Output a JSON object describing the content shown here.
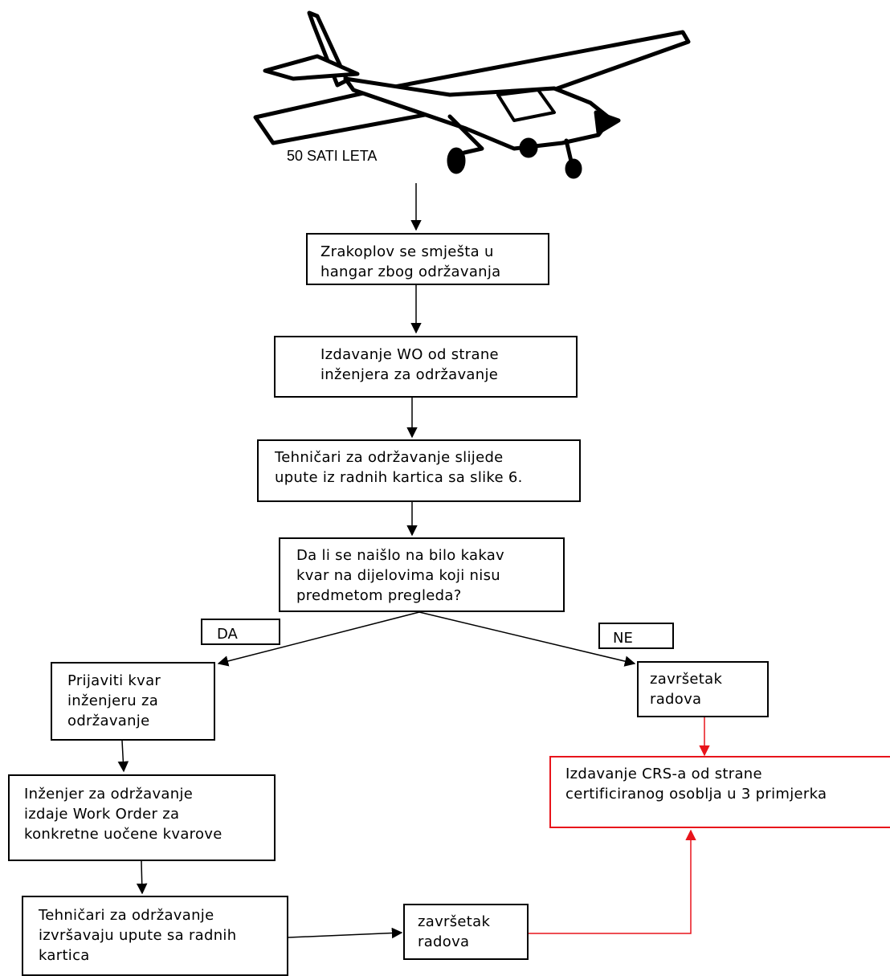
{
  "airplane": {
    "caption": "50 SATI LETA",
    "icon": "airplane-icon"
  },
  "nodes": {
    "hangar": [
      "Zrakoplov se smješta u",
      "hangar zbog održavanja"
    ],
    "wo_issue": [
      "Izdavanje WO od strane",
      "inženjera za održavanje"
    ],
    "technicians": [
      "Tehničari za održavanje slijede",
      "upute iz radnih kartica sa slike 6."
    ],
    "question": [
      "Da li se naišlo na bilo kakav",
      "kvar na dijelovima koji nisu",
      "predmetom pregleda?"
    ],
    "report_fault": [
      "Prijaviti kvar",
      "inženjeru za",
      "održavanje"
    ],
    "engineer_wo": [
      "Inženjer za održavanje",
      "izdaje Work Order za",
      "konkretne uočene kvarove"
    ],
    "technicians_execute": [
      "Tehničari za održavanje",
      "izvršavaju upute sa radnih",
      "kartica"
    ],
    "end_bottom": [
      "završetak",
      "radova"
    ],
    "end_right": [
      "završetak",
      "radova"
    ],
    "crs": [
      "Izdavanje CRS-a od strane",
      "certificiranog osoblja u 3 primjerka"
    ]
  },
  "labels": {
    "yes": "DA",
    "no": "NE"
  },
  "colors": {
    "line": "#000000",
    "accent_red": "#e8141b",
    "background": "#ffffff"
  }
}
